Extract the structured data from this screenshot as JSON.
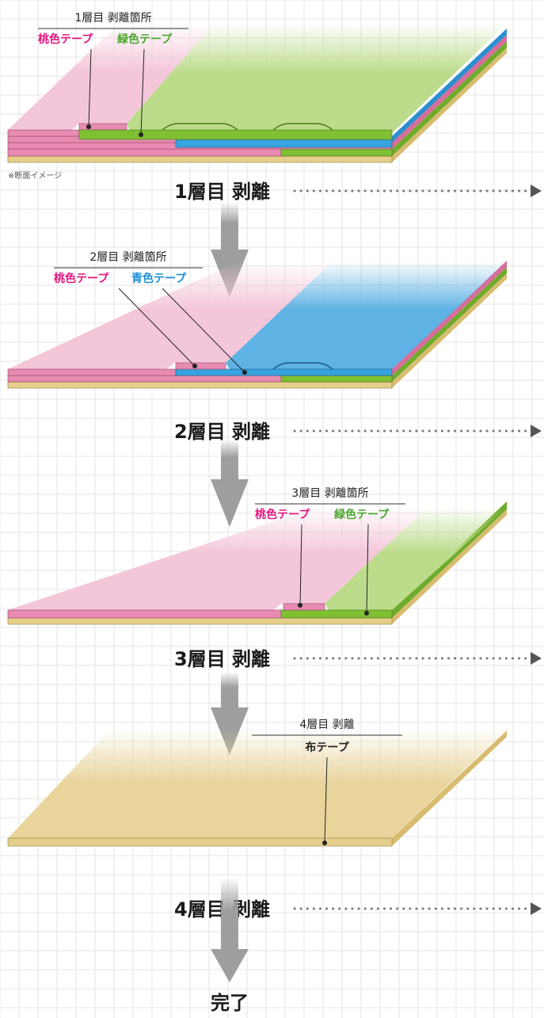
{
  "colors": {
    "pink": "#e4157f",
    "pink_tape": "#e88ab1",
    "pink_face": "#f4c6da",
    "green": "#4aa72d",
    "green_tape": "#7fbf32",
    "green_face": "#bcdc8b",
    "blue": "#1c8fd6",
    "blue_tape": "#37a3df",
    "blue_face": "#5eb2e4",
    "cloth": "#e6cf8b",
    "cloth_face": "#e9d49c",
    "arrow": "#9e9e9e"
  },
  "stage1": {
    "title": "1層目 剥離箇所",
    "pink_label": "桃色テープ",
    "green_label": "緑色テープ",
    "note": "※断面イメージ",
    "step": "1層目 剥離"
  },
  "stage2": {
    "title": "2層目 剥離箇所",
    "pink_label": "桃色テープ",
    "blue_label": "青色テープ",
    "step": "2層目 剥離"
  },
  "stage3": {
    "title": "3層目 剥離箇所",
    "pink_label": "桃色テープ",
    "green_label": "緑色テープ",
    "step": "3層目 剥離"
  },
  "stage4": {
    "title": "4層目 剥離",
    "cloth_label": "布テープ",
    "step": "4層目 剥離"
  },
  "final_label": "完了"
}
